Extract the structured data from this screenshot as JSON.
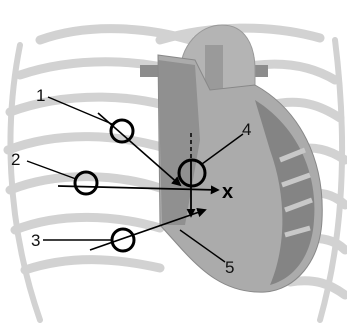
{
  "labels": {
    "one": "1",
    "two": "2",
    "three": "3",
    "four": "4",
    "five": "5",
    "target": "x"
  },
  "colors": {
    "ribs": "#cfcfcf",
    "heart_fill": "#a9a9a9",
    "heart_dark": "#6f6f6f",
    "atrium": "#8a8a8a",
    "lines": "#000000"
  }
}
